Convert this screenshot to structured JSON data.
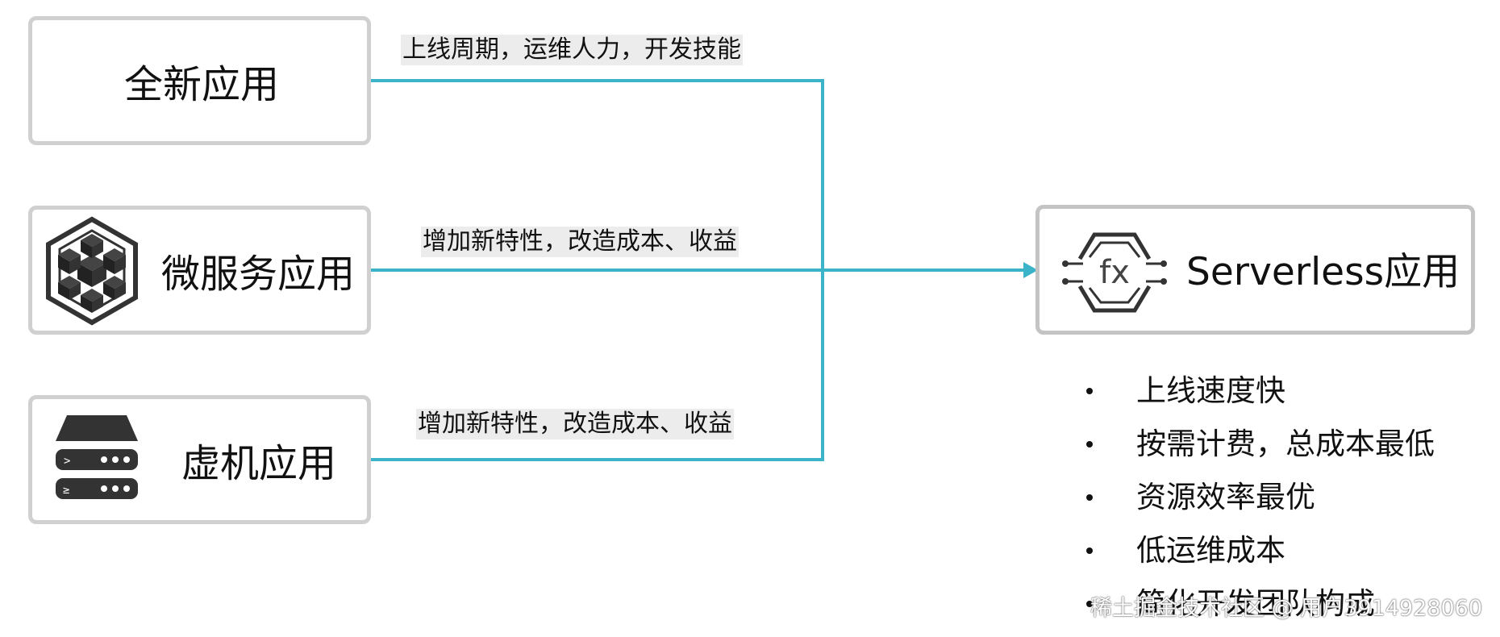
{
  "sources": [
    {
      "label": "全新应用",
      "icon": "none"
    },
    {
      "label": "微服务应用",
      "icon": "cubes-cluster-icon"
    },
    {
      "label": "虚机应用",
      "icon": "server-rack-icon"
    }
  ],
  "edges": [
    {
      "label": "上线周期，运维人力，开发技能"
    },
    {
      "label": "增加新特性，改造成本、收益"
    },
    {
      "label": "增加新特性，改造成本、收益"
    }
  ],
  "target": {
    "label": "Serverless应用",
    "icon": "function-fx-icon",
    "icon_text": "fx"
  },
  "benefits": [
    "上线速度快",
    "按需计费，总成本最低",
    "资源效率最优",
    "低运维成本",
    "简化开发团队构成"
  ],
  "watermark": "稀土掘金技术社区 @ 用户3914928060",
  "colors": {
    "connector": "#3bb3c8",
    "box_border": "#d0d0d0",
    "target_border": "#c4c4c4",
    "icon": "#333333"
  }
}
